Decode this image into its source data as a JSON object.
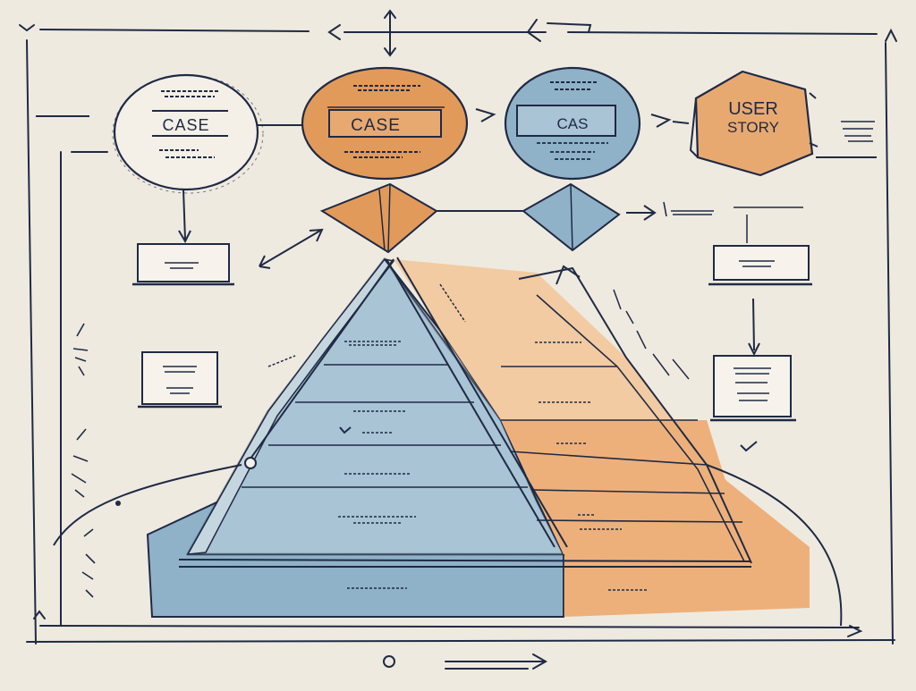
{
  "nodes": {
    "case_left": {
      "label": "CASE"
    },
    "case_orange": {
      "label": "CASE"
    },
    "cas_blue": {
      "label": "CAS"
    },
    "user_story": {
      "line1": "USER",
      "line2": "STORY"
    }
  },
  "colors": {
    "background": "#efeae0",
    "ink": "#1f2a44",
    "orange": "#e29a5a",
    "orange_light": "#f1c99f",
    "blue": "#8fb2c8",
    "blue_light": "#a9c4d4"
  }
}
